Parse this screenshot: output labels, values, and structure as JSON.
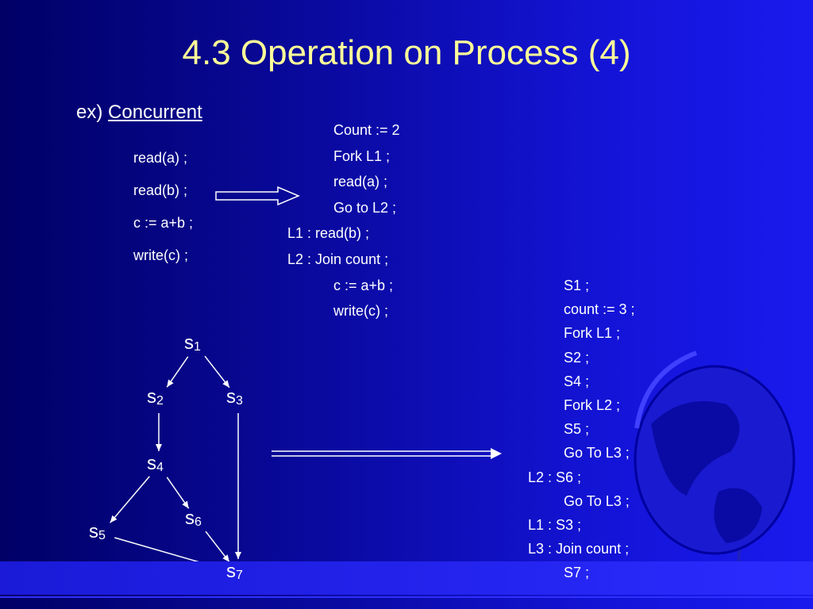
{
  "title": "4.3 Operation on Process (4)",
  "subtitle": {
    "prefix": "ex) ",
    "word": "Concurrent"
  },
  "sequential": [
    "read(a) ;",
    "read(b) ;",
    "c := a+b ;",
    "write(c) ;"
  ],
  "program1": [
    {
      "indent": true,
      "text": "Count := 2"
    },
    {
      "indent": true,
      "text": "Fork L1 ;"
    },
    {
      "indent": true,
      "text": "read(a) ;"
    },
    {
      "indent": true,
      "text": "Go to L2 ;"
    },
    {
      "indent": false,
      "text": "L1 : read(b) ;"
    },
    {
      "indent": false,
      "text": "L2 : Join count ;"
    },
    {
      "indent": true,
      "text": "c := a+b ;"
    },
    {
      "indent": true,
      "text": "write(c) ;"
    }
  ],
  "program2": [
    {
      "indent": true,
      "text": "S1 ;"
    },
    {
      "indent": true,
      "text": "count := 3 ;"
    },
    {
      "indent": true,
      "text": "Fork L1 ;"
    },
    {
      "indent": true,
      "text": "S2 ;"
    },
    {
      "indent": true,
      "text": "S4 ;"
    },
    {
      "indent": true,
      "text": "Fork L2 ;"
    },
    {
      "indent": true,
      "text": "S5 ;"
    },
    {
      "indent": true,
      "text": "Go To L3 ;"
    },
    {
      "indent": false,
      "text": "L2 : S6 ;"
    },
    {
      "indent": true,
      "text": "Go To L3 ;"
    },
    {
      "indent": false,
      "text": "L1 : S3 ;"
    },
    {
      "indent": false,
      "text": "L3 : Join count ;"
    },
    {
      "indent": true,
      "text": "S7 ;"
    }
  ],
  "graph": {
    "nodes": [
      {
        "id": "s1",
        "letter": "s",
        "num": "1"
      },
      {
        "id": "s2",
        "letter": "s",
        "num": "2"
      },
      {
        "id": "s3",
        "letter": "s",
        "num": "3"
      },
      {
        "id": "s4",
        "letter": "s",
        "num": "4"
      },
      {
        "id": "s5",
        "letter": "s",
        "num": "5"
      },
      {
        "id": "s6",
        "letter": "s",
        "num": "6"
      },
      {
        "id": "s7",
        "letter": "s",
        "num": "7"
      }
    ],
    "edges": [
      [
        "s1",
        "s2"
      ],
      [
        "s1",
        "s3"
      ],
      [
        "s2",
        "s4"
      ],
      [
        "s3",
        "s7"
      ],
      [
        "s4",
        "s5"
      ],
      [
        "s4",
        "s6"
      ],
      [
        "s5",
        "s7"
      ],
      [
        "s6",
        "s7"
      ]
    ]
  },
  "colors": {
    "title": "#ffff99",
    "text": "#ffffff",
    "background": "#0a0aa0"
  }
}
